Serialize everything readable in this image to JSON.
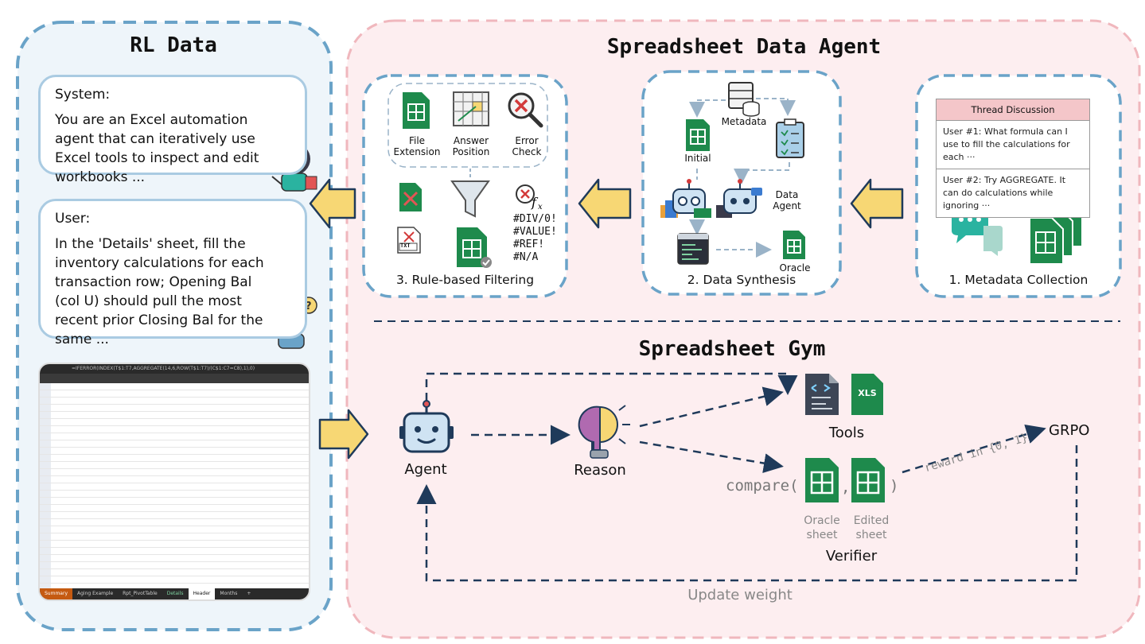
{
  "rl_data": {
    "title": "RL Data",
    "system_label": "System:",
    "system_text": "You are an Excel automation agent that can iteratively use Excel tools to inspect and edit workbooks ...",
    "user_label": "User:",
    "user_text": "In the 'Details' sheet, fill the inventory calculations for each transaction row; Opening Bal (col U) should pull the most recent prior Closing Bal for the same ...",
    "formula_bar": "=IFERROR(INDEX(T$1:T7,AGGREGATE(14,6,ROW(T$1:T7)/(C$1:C7=C8),1),0)",
    "sheet_tabs": [
      "Summary",
      "Aging Example",
      "Rpt_PivotTable",
      "Details",
      "Header",
      "Months",
      "+"
    ]
  },
  "agent_panel": {
    "title": "Spreadsheet Data Agent",
    "step3": {
      "label": "3. Rule-based Filtering",
      "file_extension": "File Extension",
      "answer_position": "Answer Position",
      "error_check": "Error Check",
      "errors": [
        "#DIV/0!",
        "#VALUE!",
        "#REF!",
        "#N/A"
      ],
      "txt": "TXT"
    },
    "step2": {
      "label": "2. Data Synthesis",
      "metadata": "Metadata",
      "initial": "Initial",
      "data_agent": "Data Agent",
      "oracle": "Oracle"
    },
    "step1": {
      "label": "1. Metadata Collection",
      "thread_header": "Thread Discussion",
      "thread_rows": [
        "User #1: What formula can I use to fill the calculations for each ···",
        "User #2: Try AGGREGATE. It can do calculations while ignoring ···"
      ]
    }
  },
  "gym": {
    "title": "Spreadsheet Gym",
    "agent": "Agent",
    "reason": "Reason",
    "tools": "Tools",
    "xls": "XLS",
    "compare_open": "compare(",
    "compare_comma": ",",
    "compare_close": ")",
    "oracle_sheet": "Oracle sheet",
    "edited_sheet": "Edited sheet",
    "verifier": "Verifier",
    "reward": "reward in {0, 1}",
    "grpo": "GRPO",
    "update_weight": "Update weight"
  },
  "colors": {
    "blue_dash": "#6aa3c8",
    "pink_dash": "#f0b7bd",
    "pink_fill": "#fdeef0",
    "blue_fill": "#eef5fa",
    "excel_green": "#1e8a4c",
    "arrow_yellow": "#f7d774"
  }
}
